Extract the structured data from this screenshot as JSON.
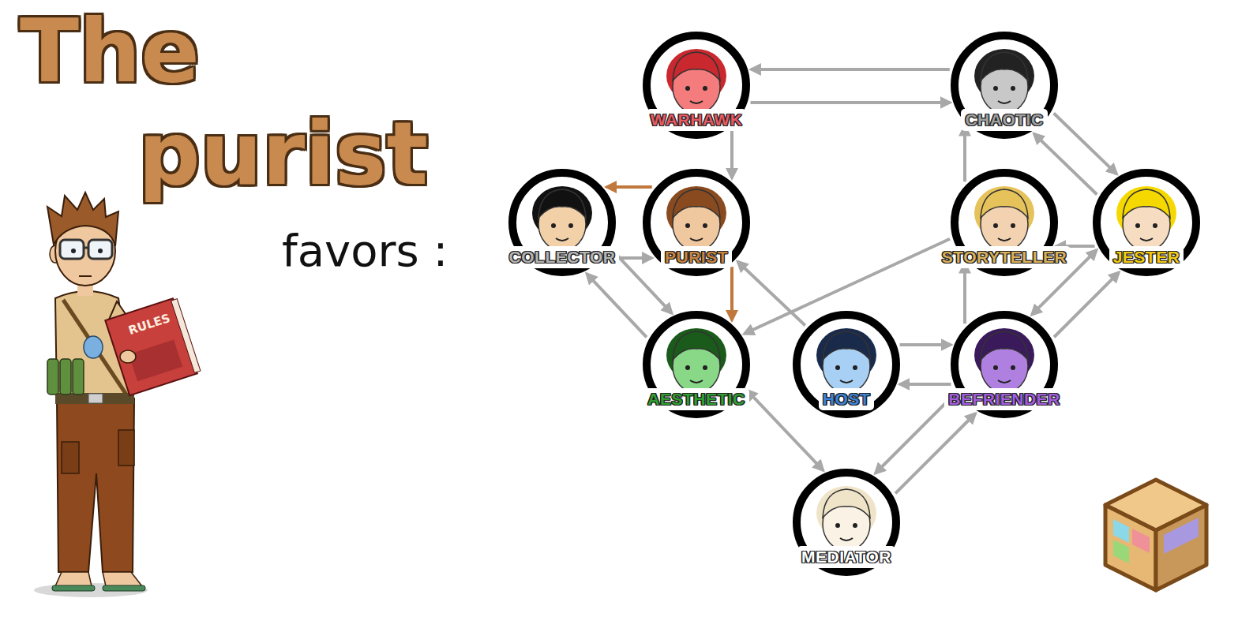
{
  "diagram": {
    "title": "The purist",
    "nodes": [
      {
        "text": [
          "WARHAWK"
        ]
      },
      {
        "text": [
          "CHAOTIC"
        ]
      },
      {
        "text": [
          "COLLECTOR"
        ]
      },
      {
        "text": [
          "PURIST"
        ]
      },
      {
        "text": [
          "STORYTELLER"
        ]
      },
      {
        "text": [
          "JESTER"
        ]
      },
      {
        "text": [
          "AESTHETIC"
        ]
      },
      {
        "text": [
          "HOST"
        ]
      },
      {
        "text": [
          "BEFRIENDER"
        ]
      },
      {
        "text": [
          "MEDIATOR"
        ]
      }
    ],
    "edges": [
      {
        "from": 1,
        "to": 0,
        "arrow": "to"
      },
      {
        "from": 0,
        "to": 1,
        "arrow": "to"
      },
      {
        "from": 0,
        "to": 3,
        "arrow": "to"
      },
      {
        "from": 3,
        "to": 2,
        "arrow": "to"
      },
      {
        "from": 3,
        "to": 6,
        "arrow": "to"
      },
      {
        "from": 2,
        "to": 3,
        "arrow": "to"
      },
      {
        "from": 2,
        "to": 6,
        "arrow": "to"
      },
      {
        "from": 6,
        "to": 2,
        "arrow": "to"
      },
      {
        "from": 4,
        "to": 6,
        "arrow": "to"
      },
      {
        "from": 7,
        "to": 3,
        "arrow": "to"
      },
      {
        "from": 7,
        "to": 8,
        "arrow": "to"
      },
      {
        "from": 8,
        "to": 7,
        "arrow": "to"
      },
      {
        "from": 6,
        "to": 9,
        "arrow": "both"
      },
      {
        "from": 9,
        "to": 8,
        "arrow": "to"
      },
      {
        "from": 8,
        "to": 9,
        "arrow": "both"
      },
      {
        "from": 8,
        "to": 4,
        "arrow": "to"
      },
      {
        "from": 4,
        "to": 1,
        "arrow": "to"
      },
      {
        "from": 1,
        "to": 5,
        "arrow": "to"
      },
      {
        "from": 5,
        "to": 1,
        "arrow": "to"
      },
      {
        "from": 5,
        "to": 4,
        "arrow": "to"
      },
      {
        "from": 5,
        "to": 8,
        "arrow": "both"
      },
      {
        "from": 8,
        "to": 5,
        "arrow": "to"
      }
    ],
    "labels": [
      "favors :",
      "RULES"
    ]
  }
}
